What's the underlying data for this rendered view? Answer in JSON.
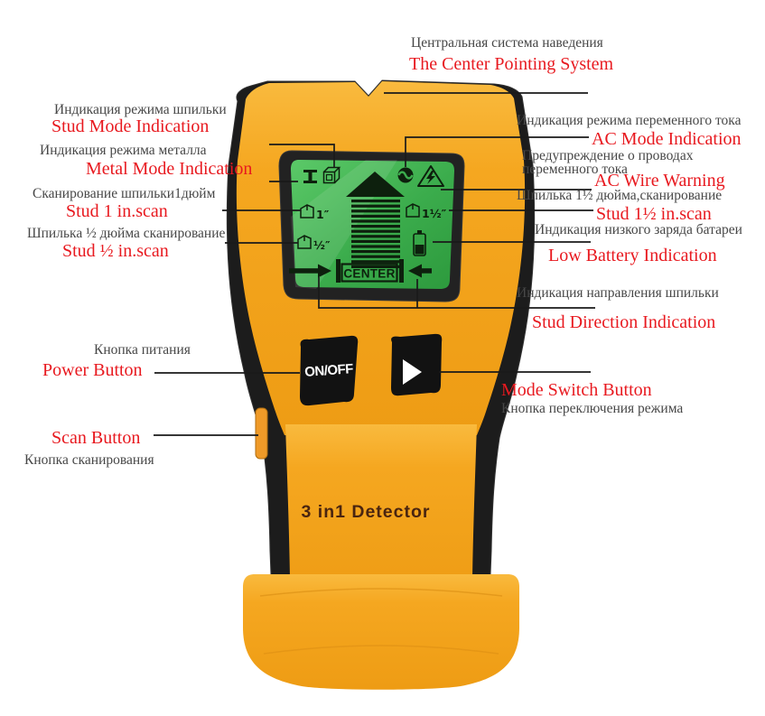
{
  "title": "3 in 1 stud detector annotated diagram",
  "colors": {
    "label_red": "#e8191f",
    "label_gray": "#474747",
    "body_yellow": "#f5a720",
    "body_yellow_light": "#f9ba3e",
    "body_yellow_dark": "#ee9c14",
    "body_black": "#1c1c1c",
    "lcd_green_light": "#5bc968",
    "lcd_green_dark": "#2d9a3d",
    "lcd_ink": "#0d200d",
    "callout_line": "#1a1a1a"
  },
  "callouts": {
    "center_system": {
      "ru": "Центральная система наведения",
      "en": "The Center Pointing System"
    },
    "stud_mode": {
      "ru": "Индикация режима шпильки",
      "en": "Stud Mode Indication"
    },
    "metal_mode": {
      "ru": "Индикация режима металла",
      "en": "Metal Mode Indication"
    },
    "stud_1in": {
      "ru": "Сканирование шпильки1дюйм",
      "en": "Stud 1 in.scan"
    },
    "stud_half": {
      "ru": "Шпилька ½ дюйма сканирование",
      "en": "Stud ½ in.scan"
    },
    "ac_mode": {
      "ru": "Индикация режима  переменного тока",
      "en": "AC Mode Indication"
    },
    "ac_wire": {
      "ru": "Предупреждение о проводах\nпеременного тока",
      "en": "AC Wire Warning"
    },
    "stud_1_5in": {
      "ru": "Шпилька 1½ дюйма,сканирование",
      "en": "Stud 1½ in.scan"
    },
    "low_battery": {
      "ru": "Индикация низкого заряда батареи",
      "en": "Low Battery Indication"
    },
    "stud_direction": {
      "ru": "Индикация направления шпильки",
      "en": "Stud Direction Indication"
    },
    "power": {
      "ru": "Кнопка питания",
      "en": "Power Button"
    },
    "scan": {
      "ru": "Кнопка сканирования",
      "en": "Scan Button"
    },
    "mode_switch": {
      "ru": "Кнопка переключения режима",
      "en": "Mode Switch Button"
    }
  },
  "device": {
    "power_button_label": "ON/OFF",
    "body_label": "3 in1 Detector",
    "screen": {
      "center_label": "CENTER",
      "scan_1in_label": "1″",
      "scan_1_5in_label": "1½″",
      "scan_half_label": "½″"
    }
  }
}
